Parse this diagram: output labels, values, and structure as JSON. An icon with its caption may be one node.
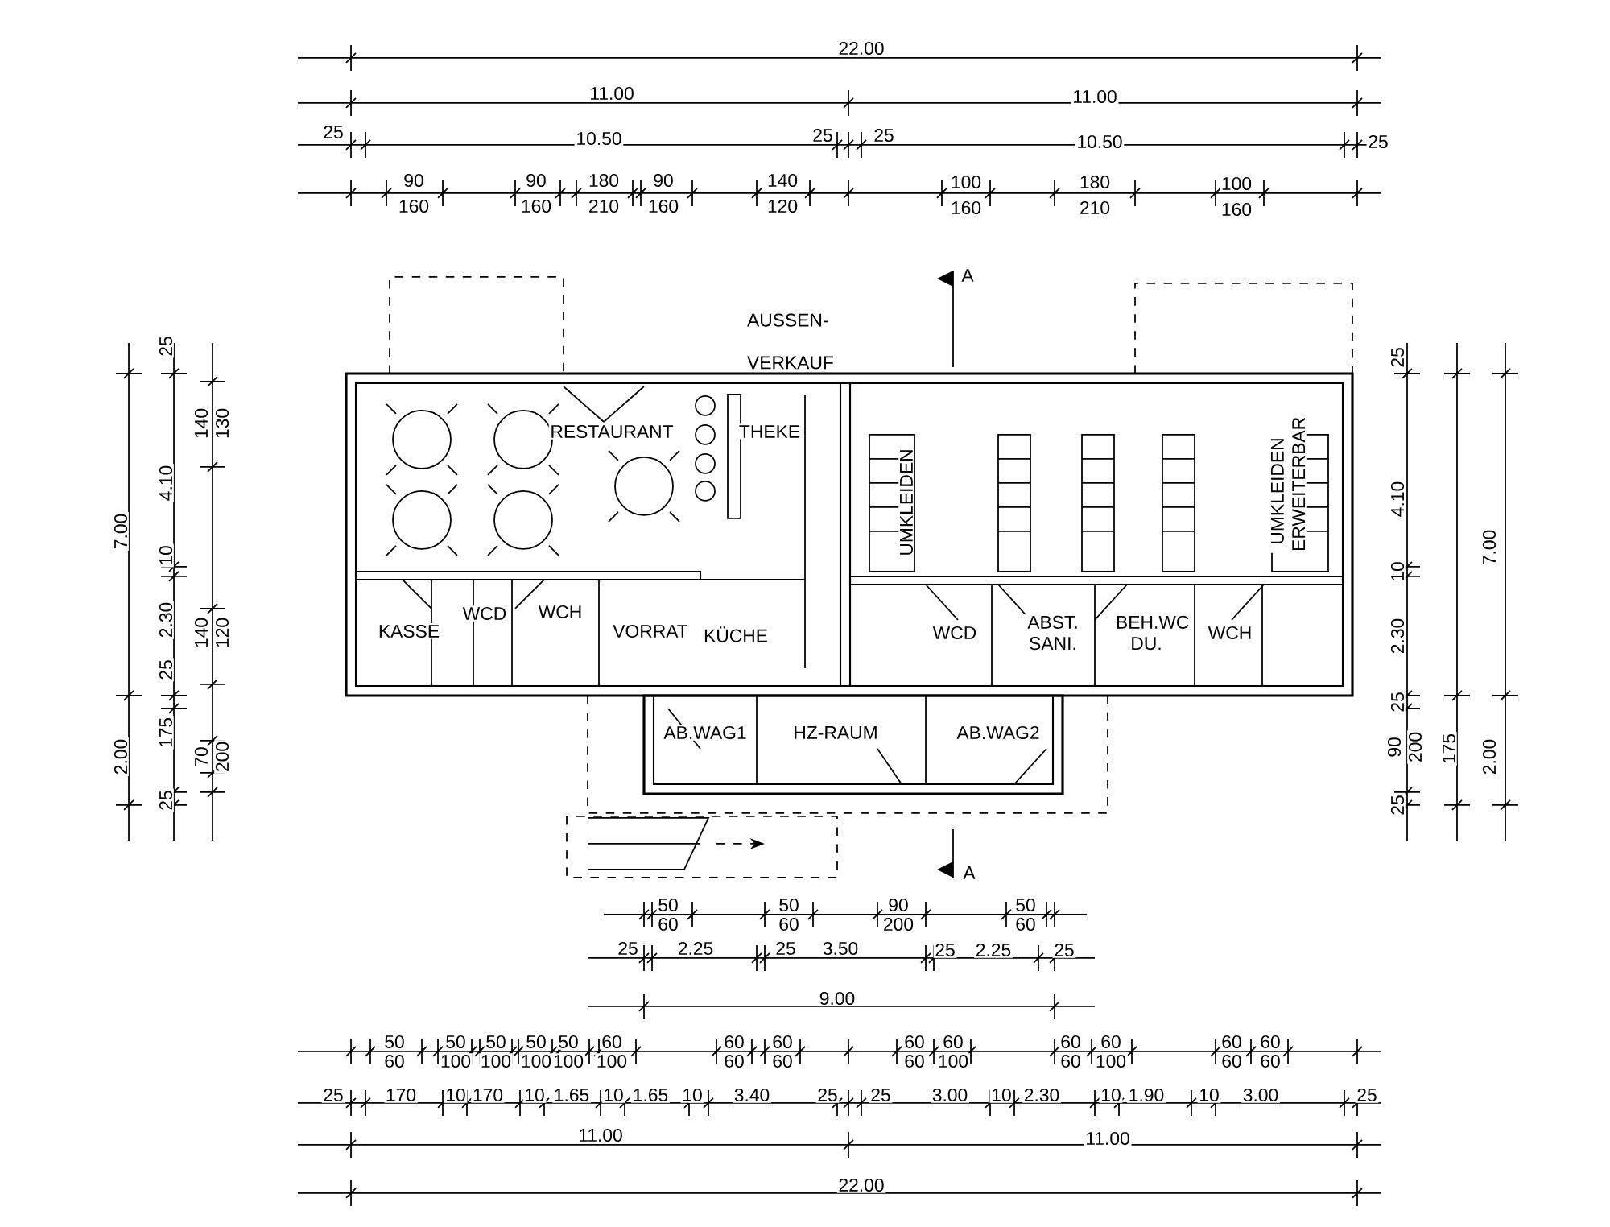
{
  "diagram": {
    "labels": [
      "22.00",
      "11.00",
      "11.00",
      "25",
      "10.50",
      "25",
      "25",
      "10.50",
      "25",
      "90",
      "160",
      "90",
      "160",
      "180",
      "210",
      "90",
      "160",
      "140",
      "120",
      "100",
      "160",
      "180",
      "210",
      "100",
      "160",
      "7.00",
      "2.00",
      "25",
      "4.10",
      "10",
      "2.30",
      "25",
      "175",
      "25",
      "140",
      "130",
      "140",
      "120",
      "70",
      "200",
      "A",
      "AUSSEN- VERKAUF",
      "RESTAURANT",
      "THEKE",
      "UMKLEIDEN",
      "UMKLEIDEN ERWEITERBAR",
      "KASSE",
      "WCD",
      "WCH",
      "VORRAT",
      "KÜCHE",
      "WCD",
      "ABST. SANI.",
      "BEH.WC DU.",
      "WCH",
      "AB.WAG1",
      "HZ-RAUM",
      "AB.WAG2",
      "A",
      "25",
      "4.10",
      "10",
      "2.30",
      "25",
      "90",
      "200",
      "25",
      "175",
      "7.00",
      "2.00",
      "50",
      "60",
      "50",
      "60",
      "90",
      "200",
      "50",
      "60",
      "25",
      "2.25",
      "25",
      "3.50",
      "25",
      "2.25",
      "25",
      "9.00",
      "50",
      "60",
      "50",
      "100",
      "50",
      "100",
      "50",
      "100",
      "50",
      "100",
      "60",
      "100",
      "60",
      "60",
      "60",
      "60",
      "60",
      "60",
      "60",
      "100",
      "60",
      "60",
      "60",
      "100",
      "60",
      "60",
      "60",
      "60",
      "25",
      "170",
      "10",
      "170",
      "10",
      "1.65",
      "10",
      "1.65",
      "10",
      "3.40",
      "25",
      "25",
      "3.00",
      "10",
      "2.30",
      "10",
      "1.90",
      "10",
      "3.00",
      "25",
      "11.00",
      "11.00",
      "22.00"
    ]
  }
}
